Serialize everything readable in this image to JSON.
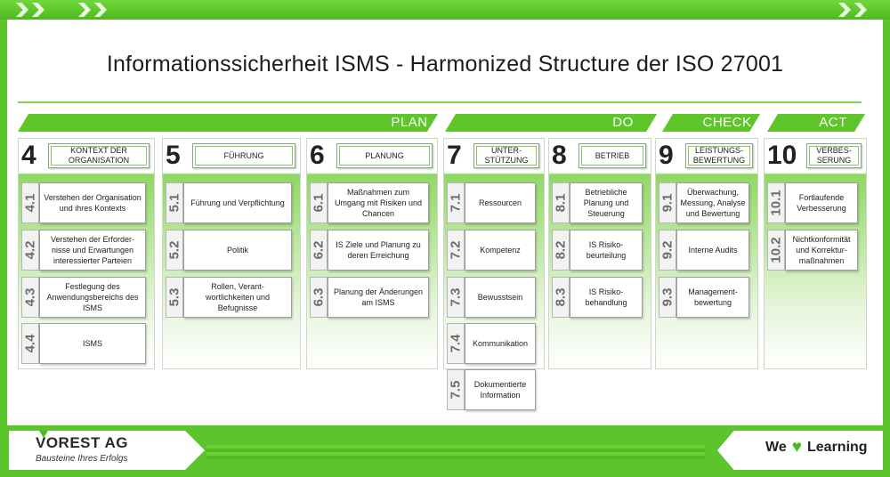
{
  "title": "Informationssicherheit ISMS - Harmonized Structure der ISO 27001",
  "phases": {
    "plan": "PLAN",
    "do": "DO",
    "check": "CHECK",
    "act": "ACT"
  },
  "columns": [
    {
      "num": "4",
      "title": "KONTEXT DER ORGANISATION",
      "items": [
        {
          "id": "4.1",
          "text": "Verstehen der Organisation und ihres Kontexts"
        },
        {
          "id": "4.2",
          "text": "Verstehen der Erforder-nisse und Erwartungen interessierter Parteien"
        },
        {
          "id": "4.3",
          "text": "Festlegung des Anwendungsbereichs des ISMS"
        },
        {
          "id": "4.4",
          "text": "ISMS"
        }
      ]
    },
    {
      "num": "5",
      "title": "FÜHRUNG",
      "items": [
        {
          "id": "5.1",
          "text": "Führung und Verpflichtung"
        },
        {
          "id": "5.2",
          "text": "Politik"
        },
        {
          "id": "5.3",
          "text": "Rollen, Verant-wortlichkeiten und Befugnisse"
        }
      ]
    },
    {
      "num": "6",
      "title": "PLANUNG",
      "items": [
        {
          "id": "6.1",
          "text": "Maßnahmen zum Umgang mit Risiken und Chancen"
        },
        {
          "id": "6.2",
          "text": "IS Ziele und Planung zu deren Erreichung"
        },
        {
          "id": "6.3",
          "text": "Planung der Änderungen am ISMS"
        }
      ]
    },
    {
      "num": "7",
      "title": "UNTER-STÜTZUNG",
      "items": [
        {
          "id": "7.1",
          "text": "Ressourcen"
        },
        {
          "id": "7.2",
          "text": "Kompetenz"
        },
        {
          "id": "7.3",
          "text": "Bewusstsein"
        },
        {
          "id": "7.4",
          "text": "Kommunikation"
        },
        {
          "id": "7.5",
          "text": "Dokumentierte Information"
        }
      ]
    },
    {
      "num": "8",
      "title": "BETRIEB",
      "items": [
        {
          "id": "8.1",
          "text": "Betriebliche Planung und Steuerung"
        },
        {
          "id": "8.2",
          "text": "IS Risiko-beurteilung"
        },
        {
          "id": "8.3",
          "text": "IS Risiko-behandlung"
        }
      ]
    },
    {
      "num": "9",
      "title": "LEISTUNGS-BEWERTUNG",
      "items": [
        {
          "id": "9.1",
          "text": "Überwachung, Messung, Analyse und Bewertung"
        },
        {
          "id": "9.2",
          "text": "Interne Audits"
        },
        {
          "id": "9.3",
          "text": "Management-bewertung"
        }
      ]
    },
    {
      "num": "10",
      "title": "VERBES-SERUNG",
      "items": [
        {
          "id": "10.1",
          "text": "Fortlaufende Verbesserung"
        },
        {
          "id": "10.2",
          "text": "Nichtkonformität und Korrektur-maßnahmen"
        }
      ]
    }
  ],
  "footer": {
    "company": "VOREST AG",
    "slogan": "Bausteine Ihres Erfolgs",
    "we": "We",
    "learning": "Learning",
    "heart_icon": "heart-icon"
  },
  "colors": {
    "green": "#5cc52b",
    "accent": "#7fcf4c"
  }
}
